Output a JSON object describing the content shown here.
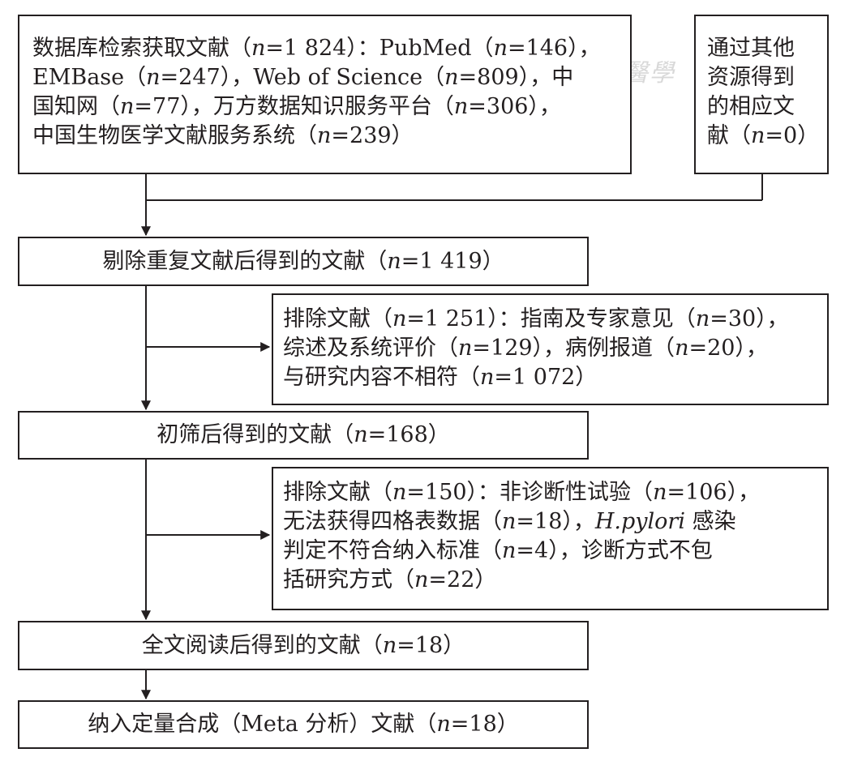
{
  "box_search": {
    "lines": [
      "数据库检索获取文献（n=1 824）：PubMed（n=146），",
      "EMBase（n=247），Web of Science（n=809），中",
      "国知网（n=77），万方数据知识服务平台（n=306），",
      "中国生物医学文献服务系统（n=239）"
    ]
  },
  "box_other": {
    "lines": [
      "通过其他",
      "资源得到",
      "的相应文",
      "献（n=0）"
    ]
  },
  "box_dedup": {
    "text": "剔除重复文献后得到的文献（n=1 419）"
  },
  "box_exclude1": {
    "lines": [
      "排除文献（n=1 251）：指南及专家意见（n=30），",
      "综述及系统评价（n=129），病例报道（n=20），",
      "与研究内容不相符（n=1 072）"
    ]
  },
  "box_screen": {
    "text": "初筛后得到的文献（n=168）"
  },
  "box_exclude2": {
    "lines": [
      "排除文献（n=150）：非诊断性试验（n=106），",
      "无法获得四格表数据（n=18），H.pylori 感染",
      "判定不符合纳入标准（n=4），诊断方式不包",
      "括研究方式（n=22）"
    ]
  },
  "box_fulltext": {
    "text": "全文阅读后得到的文献（n=18）"
  },
  "box_included": {
    "text": "纳入定量合成（Meta 分析）文献（n=18）"
  },
  "watermark": {
    "text": "中華醫學"
  },
  "colors": {
    "line": "#231f20",
    "watermark": "#d8d8d8"
  }
}
